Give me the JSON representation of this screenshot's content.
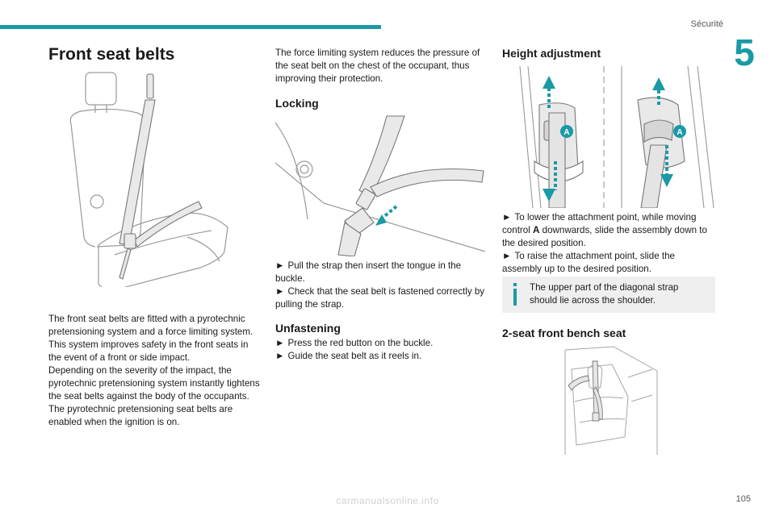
{
  "header": {
    "section": "Sécurité",
    "chapter": "5",
    "page": "105"
  },
  "col1": {
    "title": "Front seat belts",
    "body": "The front seat belts are fitted with a pyrotechnic pretensioning system and a force limiting system.\nThis system improves safety in the front seats in the event of a front or side impact.\nDepending on the severity of the impact, the pyrotechnic pretensioning system instantly tightens the seat belts against the body of the occupants.\nThe pyrotechnic pretensioning seat belts are enabled when the ignition is on."
  },
  "col2": {
    "intro": "The force limiting system reduces the pressure of the seat belt on the chest of the occupant, thus improving their protection.",
    "locking_title": "Locking",
    "locking_steps": [
      "Pull the strap then insert the tongue in the buckle.",
      "Check that the seat belt is fastened correctly by pulling the strap."
    ],
    "unfastening_title": "Unfastening",
    "unfastening_steps": [
      "Press the red button on the buckle.",
      "Guide the seat belt as it reels in."
    ]
  },
  "col3": {
    "height_title": "Height adjustment",
    "figure_label": "A",
    "height_steps": {
      "lower_pre": "To lower the attachment point, while moving control ",
      "lower_ctrl": "A",
      "lower_post": " downwards, slide the assembly down to the desired position.",
      "raise": "To raise the attachment point, slide the assembly up to the desired position."
    },
    "note": "The upper part of the diagonal strap should lie across the shoulder.",
    "bench_title": "2-seat front bench seat"
  },
  "bullet_glyph": "►",
  "watermark": "carmanualsonline.info",
  "colors": {
    "accent": "#1a9aa5",
    "note_bg": "#efefef"
  }
}
